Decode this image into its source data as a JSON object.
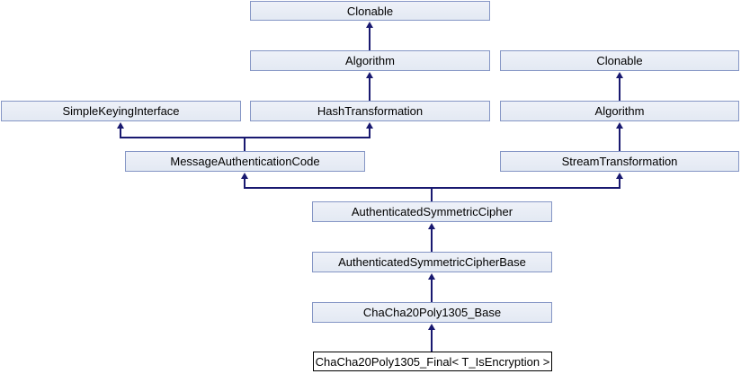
{
  "diagram": {
    "kind": "class-inheritance-graph",
    "background_color": "#ffffff",
    "node_fill_top": "#eef1f8",
    "node_fill_bottom": "#e3e9f3",
    "node_border_color": "#8596c5",
    "highlight_node_border_color": "#000000",
    "highlight_node_fill": "#ffffff",
    "edge_color": "#191970",
    "text_color": "#000000"
  },
  "nodes": [
    {
      "id": "clonable-top",
      "label": "Clonable"
    },
    {
      "id": "algorithm-center",
      "label": "Algorithm"
    },
    {
      "id": "clonable-right",
      "label": "Clonable"
    },
    {
      "id": "simple-keying-interface",
      "label": "SimpleKeyingInterface"
    },
    {
      "id": "hash-transformation",
      "label": "HashTransformation"
    },
    {
      "id": "algorithm-right",
      "label": "Algorithm"
    },
    {
      "id": "message-authentication-code",
      "label": "MessageAuthenticationCode"
    },
    {
      "id": "stream-transformation",
      "label": "StreamTransformation"
    },
    {
      "id": "authenticated-symmetric-cipher",
      "label": "AuthenticatedSymmetricCipher"
    },
    {
      "id": "authenticated-symmetric-cipher-base",
      "label": "AuthenticatedSymmetricCipherBase"
    },
    {
      "id": "chacha20poly1305-base",
      "label": "ChaCha20Poly1305_Base"
    },
    {
      "id": "chacha20poly1305-final",
      "label": "ChaCha20Poly1305_Final< T_IsEncryption >",
      "highlighted": true
    }
  ],
  "edges": [
    {
      "from": "Algorithm",
      "to": "Clonable"
    },
    {
      "from": "HashTransformation",
      "to": "Algorithm"
    },
    {
      "from": "Algorithm (right)",
      "to": "Clonable (right)"
    },
    {
      "from": "StreamTransformation",
      "to": "Algorithm (right)"
    },
    {
      "from": "MessageAuthenticationCode",
      "to": "SimpleKeyingInterface"
    },
    {
      "from": "MessageAuthenticationCode",
      "to": "HashTransformation"
    },
    {
      "from": "AuthenticatedSymmetricCipher",
      "to": "MessageAuthenticationCode"
    },
    {
      "from": "AuthenticatedSymmetricCipher",
      "to": "StreamTransformation"
    },
    {
      "from": "AuthenticatedSymmetricCipherBase",
      "to": "AuthenticatedSymmetricCipher"
    },
    {
      "from": "ChaCha20Poly1305_Base",
      "to": "AuthenticatedSymmetricCipherBase"
    },
    {
      "from": "ChaCha20Poly1305_Final< T_IsEncryption >",
      "to": "ChaCha20Poly1305_Base"
    }
  ]
}
